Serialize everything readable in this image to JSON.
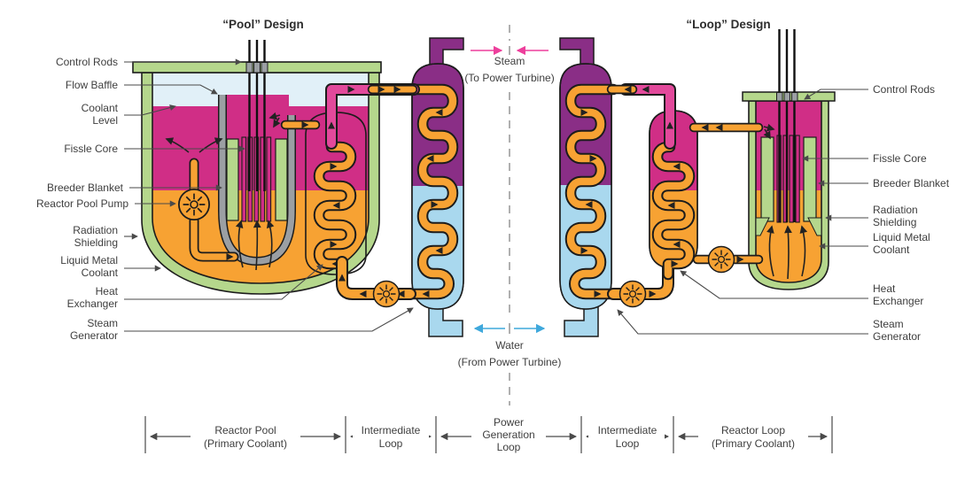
{
  "titles": {
    "pool": "“Pool” Design",
    "loop": "“Loop” Design"
  },
  "center": {
    "steam_label": "Steam",
    "steam_sub": "(To Power Turbine)",
    "water_label": "Water",
    "water_sub": "(From Power Turbine)"
  },
  "pool_labels": {
    "control_rods": "Control Rods",
    "flow_baffle": "Flow Baffle",
    "coolant_level_1": "Coolant",
    "coolant_level_2": "Level",
    "fissle_core": "Fissle Core",
    "breeder_blanket": "Breeder Blanket",
    "reactor_pool_pump": "Reactor Pool Pump",
    "radiation_1": "Radiation",
    "radiation_2": "Shielding",
    "liquid_metal_1": "Liquid Metal",
    "liquid_metal_2": "Coolant",
    "heat_1": "Heat",
    "heat_2": "Exchanger",
    "steam_gen_1": "Steam",
    "steam_gen_2": "Generator"
  },
  "loop_labels": {
    "control_rods": "Control Rods",
    "fissle_core": "Fissle Core",
    "breeder_blanket": "Breeder Blanket",
    "radiation_1": "Radiation",
    "radiation_2": "Shielding",
    "liquid_metal_1": "Liquid Metal",
    "liquid_metal_2": "Coolant",
    "heat_1": "Heat",
    "heat_2": "Exchanger",
    "steam_gen_1": "Steam",
    "steam_gen_2": "Generator"
  },
  "axis": {
    "seg1_1": "Reactor Pool",
    "seg1_2": "(Primary Coolant)",
    "seg2_1": "Intermediate",
    "seg2_2": "Loop",
    "seg3_1": "Power",
    "seg3_2": "Generation",
    "seg3_3": "Loop",
    "seg4_1": "Intermediate",
    "seg4_2": "Loop",
    "seg5_1": "Reactor Loop",
    "seg5_2": "(Primary Coolant)"
  },
  "colors": {
    "vessel_green": "#B5D78C",
    "coolant_hot_magenta": "#D02E86",
    "liquid_metal_orange": "#F7A233",
    "steam_purple": "#8A2E86",
    "water_blue": "#A9D8EE",
    "cover_gas_blue": "#E1F0F8",
    "baffle_gray": "#9B9FA3",
    "steam_arrow_pink": "#ED3F9C",
    "water_arrow_blue": "#3FA8DC",
    "text": "#3F3F3F"
  }
}
